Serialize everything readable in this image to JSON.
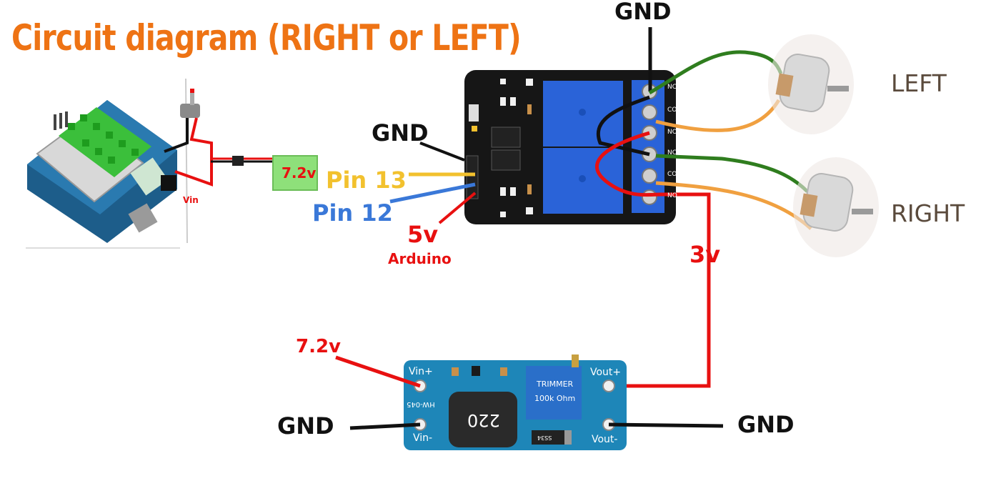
{
  "title": "Circuit diagram (RIGHT or LEFT)",
  "labels": {
    "gnd_top": "GND",
    "gnd_relay": "GND",
    "pin13": "Pin 13",
    "pin12": "Pin 12",
    "v5": "5v",
    "arduino": "Arduino",
    "battery": "7.2v",
    "vin": "Vin",
    "v3": "3v",
    "v72_boost": "7.2v",
    "gnd_left": "GND",
    "gnd_right": "GND",
    "left": "LEFT",
    "right": "RIGHT"
  },
  "boost_board": {
    "vin_plus": "Vin+",
    "vin_minus": "Vin-",
    "vout_plus": "Vout+",
    "vout_minus": "Vout-",
    "model": "HW-045",
    "inductor": "220",
    "trimmer_title": "TRIMMER",
    "trimmer_value": "100k Ohm",
    "diode": "SS34"
  },
  "relay_terminals": [
    "NC",
    "COM",
    "NO",
    "NC",
    "COM",
    "NO"
  ],
  "colors": {
    "title": "#ee7314",
    "pin13_wire": "#f2c12e",
    "pin12_wire": "#3a78d8",
    "power_wire": "#e81010",
    "gnd_wire": "#111111",
    "motor_green": "#2f7d1e",
    "motor_orange": "#f0a040",
    "relay_board": "#161616",
    "relay_blue": "#2a63d8",
    "boost_board": "#1e86b8"
  }
}
